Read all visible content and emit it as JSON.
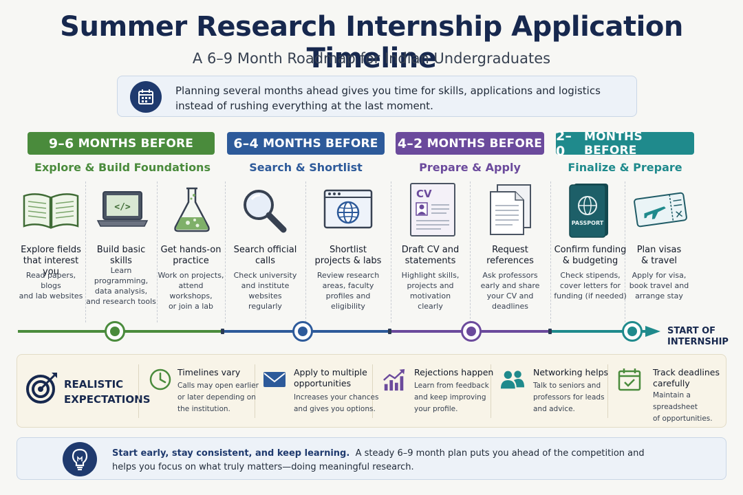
{
  "header": {
    "title": "Summer Research Internship Application Timeline",
    "subtitle": "A 6–9 Month Roadmap for Indian Undergraduates"
  },
  "intro": {
    "icon": "calendar-icon",
    "line1": "Planning several months ahead gives you time for skills, applications and logistics",
    "line2": "instead of rushing everything at the last moment."
  },
  "phases": [
    {
      "range": "9–6",
      "label": "MONTHS BEFORE",
      "name": "Explore & Build Foundations",
      "color": "#4a8b3c"
    },
    {
      "range": "6–4",
      "label": "MONTHS BEFORE",
      "name": "Search & Shortlist",
      "color": "#2d5a9a"
    },
    {
      "range": "4–2",
      "label": "MONTHS BEFORE",
      "name": "Prepare & Apply",
      "color": "#6b4a9c"
    },
    {
      "range": "2–0",
      "label": "MONTHS BEFORE",
      "name": "Finalize & Prepare",
      "color": "#1f8a8c"
    }
  ],
  "steps": [
    {
      "icon": "open-book-icon",
      "title1": "Explore fields",
      "title2": "that interest you",
      "desc": [
        "Read papers, blogs",
        "and lab websites"
      ]
    },
    {
      "icon": "laptop-code-icon",
      "title1": "Build basic skills",
      "title2": "",
      "desc": [
        "Learn programming,",
        "data analysis,",
        "and research tools"
      ]
    },
    {
      "icon": "flask-icon",
      "title1": "Get hands-on",
      "title2": "practice",
      "desc": [
        "Work on projects,",
        "attend workshops,",
        "or join a lab"
      ]
    },
    {
      "icon": "magnifier-icon",
      "title1": "Search official",
      "title2": "calls",
      "desc": [
        "Check university",
        "and institute",
        "websites",
        "regularly"
      ]
    },
    {
      "icon": "browser-globe-icon",
      "title1": "Shortlist",
      "title2": "projects & labs",
      "desc": [
        "Review research",
        "areas, faculty",
        "profiles and",
        "eligibility"
      ]
    },
    {
      "icon": "cv-document-icon",
      "title1": "Draft CV and",
      "title2": "statements",
      "desc": [
        "Highlight skills,",
        "projects and",
        "motivation",
        "clearly"
      ],
      "cv_label": "CV"
    },
    {
      "icon": "documents-icon",
      "title1": "Request",
      "title2": "references",
      "desc": [
        "Ask professors",
        "early and share",
        "your CV and",
        "deadlines"
      ]
    },
    {
      "icon": "passport-icon",
      "title1": "Confirm funding",
      "title2": "& budgeting",
      "desc": [
        "Check stipends,",
        "cover letters for",
        "funding (if needed)"
      ],
      "passport_label": "PASSPORT"
    },
    {
      "icon": "plane-ticket-icon",
      "title1": "Plan visas",
      "title2": "& travel",
      "desc": [
        "Apply for visa,",
        "book travel and",
        "arrange stay"
      ]
    }
  ],
  "timeline": {
    "end_line1": "START OF",
    "end_line2": "INTERNSHIP"
  },
  "expectations": {
    "icon": "target-icon",
    "heading1": "REALISTIC",
    "heading2": "EXPECTATIONS",
    "items": [
      {
        "icon": "clock-icon",
        "title1": "Timelines vary",
        "title2": "",
        "desc": [
          "Calls may open earlier",
          "or later depending on",
          "the institution."
        ],
        "color": "#4a8b3c"
      },
      {
        "icon": "envelope-icon",
        "title1": "Apply to multiple",
        "title2": "opportunities",
        "desc": [
          "Increases your chances",
          "and gives you options."
        ],
        "color": "#2d5a9a"
      },
      {
        "icon": "growth-chart-icon",
        "title1": "Rejections happen",
        "title2": "",
        "desc": [
          "Learn from feedback",
          "and keep improving",
          "your profile."
        ],
        "color": "#6b4a9c"
      },
      {
        "icon": "people-icon",
        "title1": "Networking helps",
        "title2": "",
        "desc": [
          "Talk to seniors and",
          "professors for leads",
          "and advice."
        ],
        "color": "#1f8a8c"
      },
      {
        "icon": "calendar-check-icon",
        "title1": "Track deadlines",
        "title2": "carefully",
        "desc": [
          "Maintain a spreadsheet",
          "of opportunities."
        ],
        "color": "#4a8b3c"
      }
    ]
  },
  "footer": {
    "icon": "lightbulb-icon",
    "bold": "Start early, stay consistent, and keep learning.",
    "rest": "A steady 6–9 month plan puts you ahead of the competition and",
    "line2": "helps you focus on what truly matters—doing meaningful research."
  }
}
